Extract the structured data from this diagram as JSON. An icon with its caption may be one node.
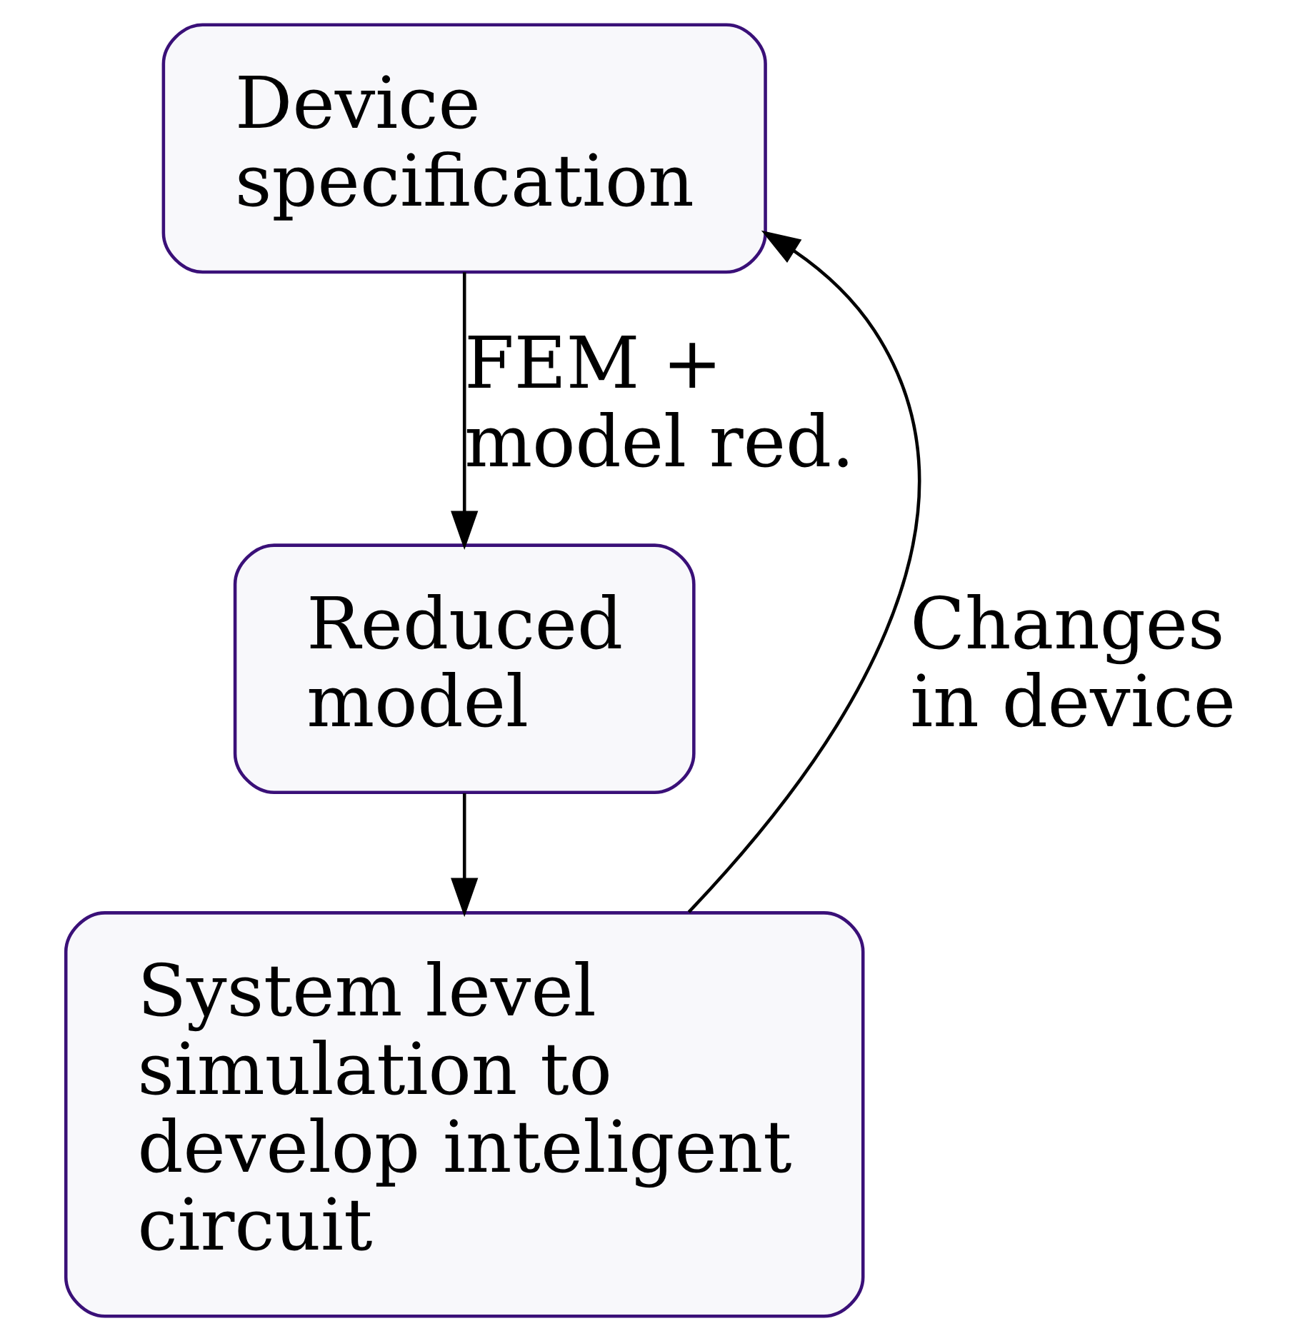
{
  "diagram": {
    "nodes": [
      {
        "text": [
          "Device specification"
        ]
      },
      {
        "text": [
          "Reduced model"
        ]
      },
      {
        "text": [
          "System level simulation to develop inteligent circuit"
        ]
      }
    ],
    "edges": [
      {
        "from": 0,
        "to": 1,
        "arrow": "to",
        "label": "FEM + model red."
      },
      {
        "from": 1,
        "to": 2,
        "arrow": "to"
      },
      {
        "from": 2,
        "to": 0,
        "arrow": "to",
        "label": "Changes in device"
      }
    ]
  }
}
